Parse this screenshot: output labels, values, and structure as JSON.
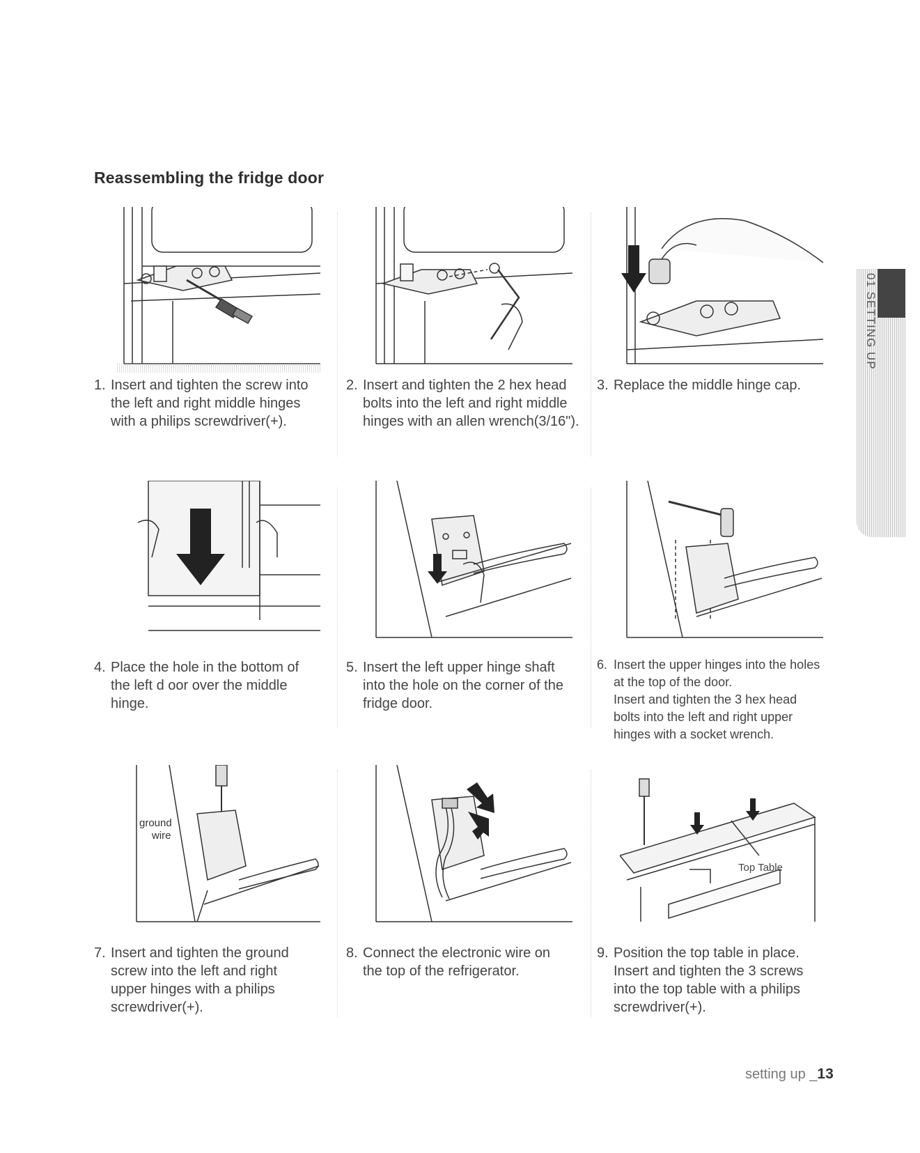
{
  "page": {
    "title": "Reassembling the fridge door",
    "footer_text": "setting up _",
    "page_number": "13",
    "side_tab": "01 SETTING UP"
  },
  "steps": [
    {
      "num": "1.",
      "text": "Insert and tighten the screw into\nthe left and right middle hinges\nwith a philips screwdriver(+)."
    },
    {
      "num": "2.",
      "text": "Insert and tighten the 2 hex head\nbolts into the left and right middle\nhinges with an allen wrench(3/16\")."
    },
    {
      "num": "3.",
      "text": "Replace the middle hinge cap."
    },
    {
      "num": "4.",
      "text": "Place the hole in the bottom of\nthe left d oor over the middle\nhinge."
    },
    {
      "num": "5.",
      "text": "Insert the left upper hinge shaft\ninto the hole on the corner of the\nfridge door."
    },
    {
      "num": "6.",
      "text": "Insert the upper hinges into the holes\nat the top of the door.\nInsert and tighten the 3 hex head\nbolts into the left and right upper\nhinges with a socket wrench."
    },
    {
      "num": "7.",
      "text": "Insert and tighten the ground\nscrew into the left and right\nupper hinges with a philips\nscrewdriver(+)."
    },
    {
      "num": "8.",
      "text": "Connect the electronic wire on\nthe top of the refrigerator."
    },
    {
      "num": "9.",
      "text": "Position the top table in place.\nInsert and tighten the 3 screws\ninto the top table with a philips\nscrewdriver(+)."
    }
  ],
  "labels": {
    "ground": "ground",
    "wire": "wire",
    "top_table": "Top Table"
  }
}
